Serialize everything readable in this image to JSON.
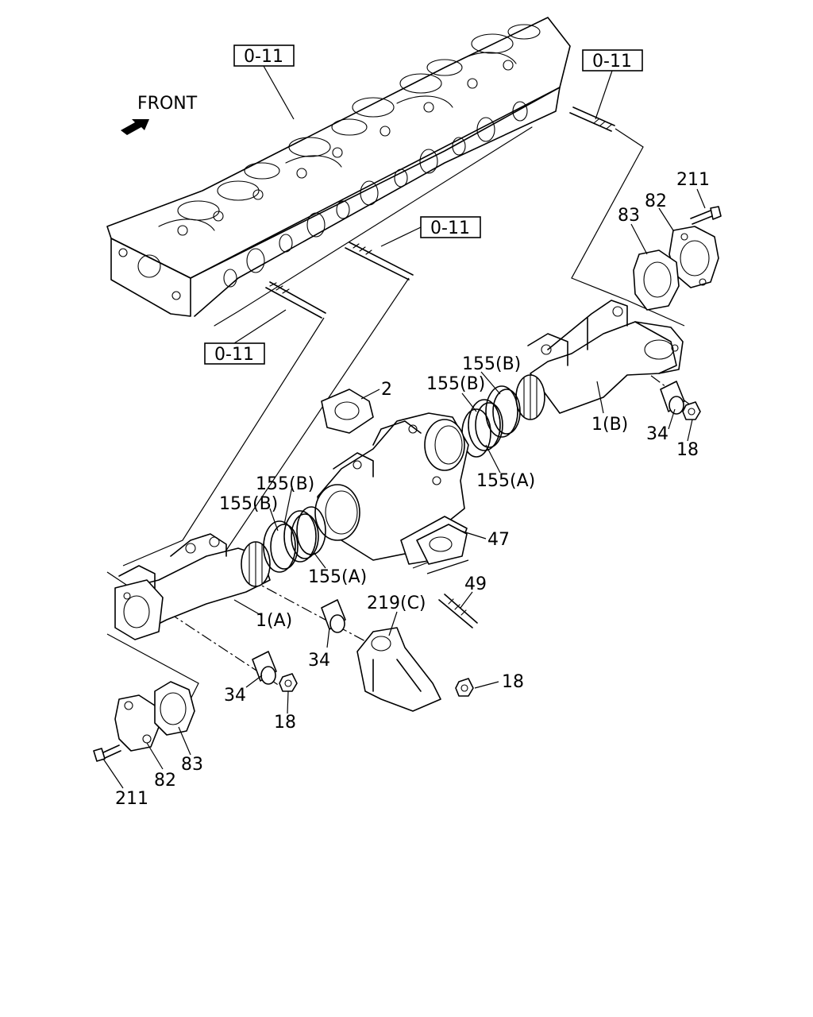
{
  "diagram": {
    "direction_label": "FRONT",
    "ref_labels": [
      "0-11",
      "0-11",
      "0-11",
      "0-11"
    ],
    "callouts": {
      "c211_top": "211",
      "c82_top": "82",
      "c83_top": "83",
      "c155b_r1": "155(B)",
      "c155b_r2": "155(B)",
      "c155a_r": "155(A)",
      "c2": "2",
      "c1b": "1(B)",
      "c34_r": "34",
      "c18_r": "18",
      "c155b_l1": "155(B)",
      "c155b_l2": "155(B)",
      "c155a_l": "155(A)",
      "c47": "47",
      "c49": "49",
      "c219c": "219(C)",
      "c1a": "1(A)",
      "c34_m": "34",
      "c34_l": "34",
      "c18_l": "18",
      "c18_m": "18",
      "c83_bot": "83",
      "c82_bot": "82",
      "c211_bot": "211"
    }
  }
}
